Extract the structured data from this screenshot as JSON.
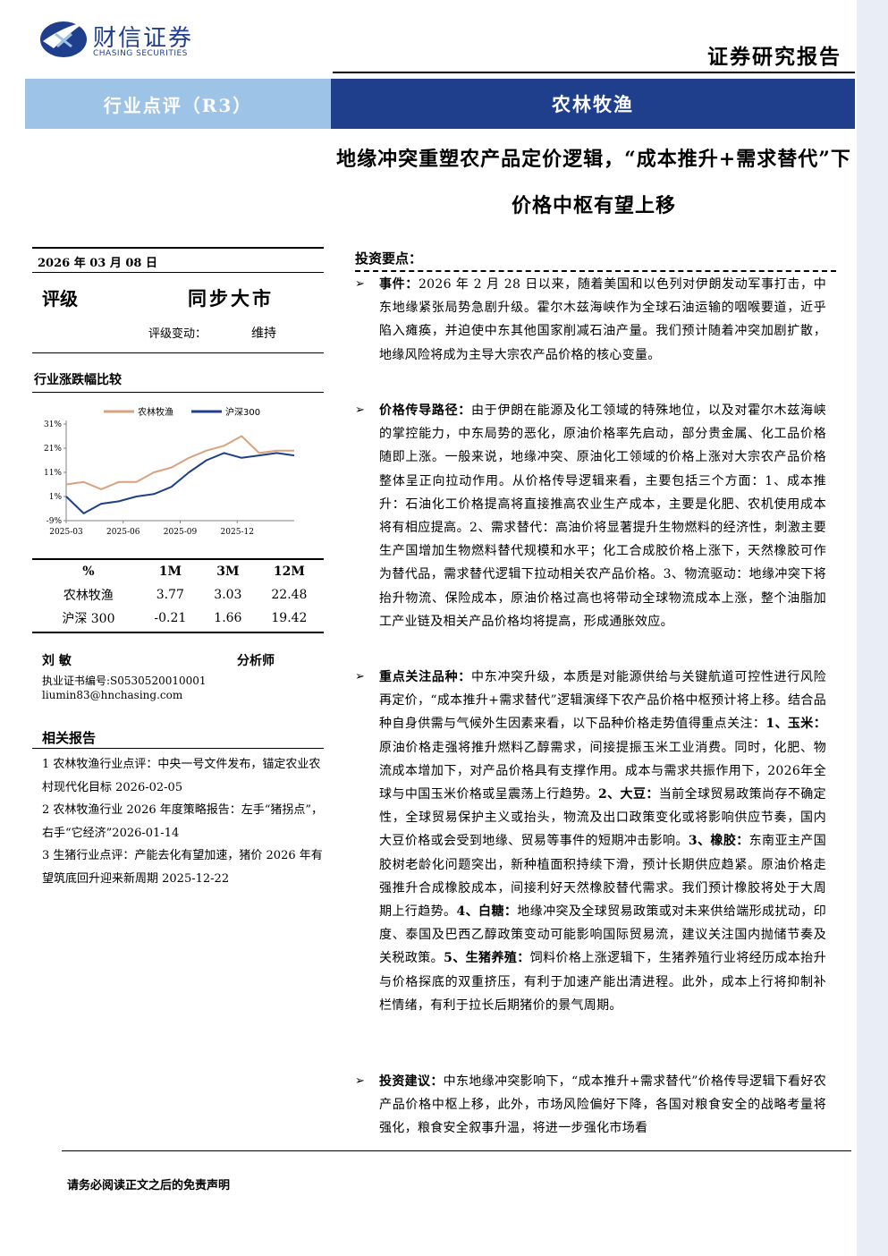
{
  "header": {
    "logo_cn": "财信证券",
    "logo_en": "CHASING SECURITIES",
    "report_type": "证券研究报告"
  },
  "banner": {
    "left": "行业点评（R3）",
    "right": "农林牧渔"
  },
  "headline": "地缘冲突重塑农产品定价逻辑，“成本推升+需求替代”下价格中枢有望上移",
  "sidebar": {
    "date": "2026 年 03 月 08 日",
    "rating_label": "评级",
    "rating_value": "同步大市",
    "rating_change_label": "评级变动：",
    "rating_change_value": "维持",
    "chart_section_title": "行业涨跌幅比较",
    "table": {
      "headers": [
        "%",
        "1M",
        "3M",
        "12M"
      ],
      "rows": [
        [
          "农林牧渔",
          "3.77",
          "3.03",
          "22.48"
        ],
        [
          "沪深 300",
          "-0.21",
          "1.66",
          "19.42"
        ]
      ]
    },
    "analyst": {
      "name": "刘  敏",
      "title": "分析师",
      "cert": "执业证书编号:S0530520010001",
      "email": "liumin83@hnchasing.com"
    },
    "related_title": "相关报告",
    "related": [
      "1 农林牧渔行业点评：中央一号文件发布，锚定农业农村现代化目标 2026-02-05",
      "2 农林牧渔行业 2026 年度策略报告：左手“猪拐点”，右手“它经济”2026-01-14",
      "3 生猪行业点评：产能去化有望加速，猪价 2026 年有望筑底回升迎来新周期 2025-12-22"
    ]
  },
  "chart_data": {
    "type": "line",
    "title": "",
    "xlabel": "",
    "ylabel": "",
    "x_ticks": [
      "2025-03",
      "2025-06",
      "2025-09",
      "2025-12"
    ],
    "y_ticks": [
      "31%",
      "21%",
      "11%",
      "1%",
      "-9%"
    ],
    "ylim": [
      -9,
      31
    ],
    "grid": false,
    "legend": "top",
    "x": [
      0,
      4,
      8,
      12,
      16,
      20,
      24,
      28,
      32,
      36,
      40,
      44,
      48,
      52
    ],
    "series": [
      {
        "name": "农林牧渔",
        "color": "#d9a27f",
        "values": [
          6,
          7,
          4,
          7,
          7,
          11,
          13,
          17,
          20,
          22,
          26,
          19,
          20,
          20
        ]
      },
      {
        "name": "沪深300",
        "color": "#1f3f8c",
        "values": [
          1,
          -6,
          -2,
          -1,
          1,
          2,
          5,
          11,
          16,
          19,
          17,
          18,
          19,
          18
        ]
      }
    ]
  },
  "main": {
    "invest_title": "投资要点：",
    "bullet_symbol": "➢",
    "paragraphs": [
      {
        "label": "事件：",
        "text": "2026 年 2 月 28 日以来，随着美国和以色列对伊朗发动军事打击，中东地缘紧张局势急剧升级。霍尔木兹海峡作为全球石油运输的咽喉要道，近乎陷入瘫痪，并迫使中东其他国家削减石油产量。我们预计随着冲突加剧扩散，地缘风险将成为主导大宗农产品价格的核心变量。"
      },
      {
        "label": "价格传导路径：",
        "text": "由于伊朗在能源及化工领域的特殊地位，以及对霍尔木兹海峡的掌控能力，中东局势的恶化，原油价格率先启动，部分贵金属、化工品价格随即上涨。一般来说，地缘冲突、原油化工领域的价格上涨对大宗农产品价格整体呈正向拉动作用。从价格传导逻辑来看，主要包括三个方面：1、成本推升：石油化工价格提高将直接推高农业生产成本，主要是化肥、农机使用成本将有相应提高。2、需求替代：高油价将显著提升生物燃料的经济性，刺激主要生产国增加生物燃料替代规模和水平；化工合成胶价格上涨下，天然橡胶可作为替代品，需求替代逻辑下拉动相关农产品价格。3、物流驱动：地缘冲突下将抬升物流、保险成本，原油价格过高也将带动全球物流成本上涨，整个油脂加工产业链及相关产品价格均将提高，形成通胀效应。"
      },
      {
        "label": "重点关注品种：",
        "t1": "中东冲突升级，本质是对能源供给与关键航道可控性进行风险再定价，“成本推升+需求替代”逻辑演绎下农产品价格中枢预计将上移。结合品种自身供需与气候外生因素来看，以下品种价格走势值得重点关注：",
        "k1": "1、玉米：",
        "t2": "原油价格走强将推升燃料乙醇需求，间接提振玉米工业消费。同时，化肥、物流成本增加下，对产品价格具有支撑作用。成本与需求共振作用下，2026年全球与中国玉米价格或呈震荡上行趋势。",
        "k2": "2、大豆：",
        "t3": "当前全球贸易政策尚存不确定性，全球贸易保护主义或抬头，物流及出口政策变化或将影响供应节奏，国内大豆价格或会受到地缘、贸易等事件的短期冲击影响。",
        "k3": "3、橡胶：",
        "t4": "东南亚主产国胶树老龄化问题突出，新种植面积持续下滑，预计长期供应趋紧。原油价格走强推升合成橡胶成本，间接利好天然橡胶替代需求。我们预计橡胶将处于大周期上行趋势。",
        "k4": "4、白糖：",
        "t5": "地缘冲突及全球贸易政策或对未来供给端形成扰动，印度、泰国及巴西乙醇政策变动可能影响国际贸易流，建议关注国内抛储节奏及关税政策。",
        "k5": "5、生猪养殖：",
        "t6": "饲料价格上涨逻辑下，生猪养殖行业将经历成本抬升与价格探底的双重挤压，有利于加速产能出清进程。此外，成本上行将抑制补栏情绪，有利于拉长后期猪价的景气周期。"
      },
      {
        "label": "投资建议：",
        "text": "中东地缘冲突影响下，“成本推升+需求替代”价格传导逻辑下看好农产品价格中枢上移，此外，市场风险偏好下降，各国对粮食安全的战略考量将强化，粮食安全叙事升温，将进一步强化市场看"
      }
    ]
  },
  "footer": {
    "disclaimer": "请务必阅读正文之后的免责声明"
  },
  "colors": {
    "navy": "#1f3f8c",
    "light_blue": "#9dc3e6",
    "sidebar_strip": "#e9eef6"
  }
}
